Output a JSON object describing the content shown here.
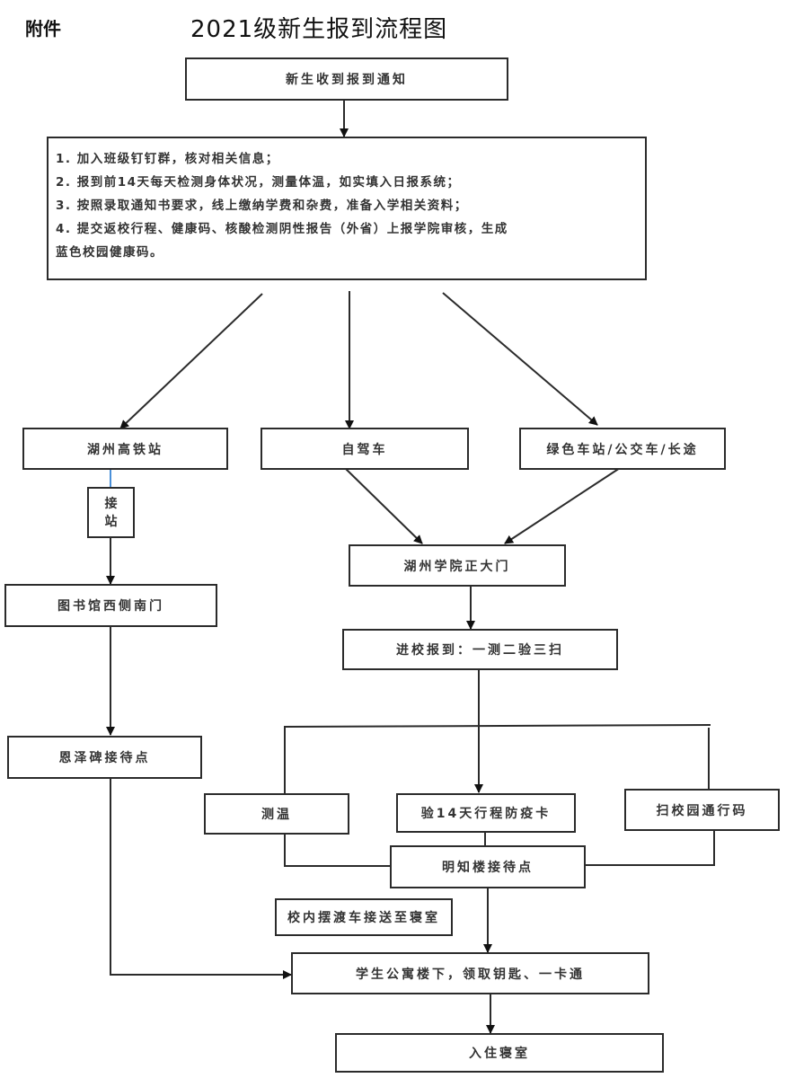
{
  "header": {
    "attachment_label": "附件",
    "title": "2021级新生报到流程图"
  },
  "nodes": {
    "notice": "新生收到报到通知",
    "steps": [
      "1. 加入班级钉钉群，核对相关信息；",
      "2. 报到前14天每天检测身体状况，测量体温，如实填入日报系统；",
      "3. 按照录取通知书要求，线上缴纳学费和杂费，准备入学相关资料；",
      "4. 提交返校行程、健康码、核酸检测阴性报告（外省）上报学院审核，生成",
      "蓝色校园健康码。"
    ],
    "train_station": "湖州高铁站",
    "pickup_char_1": "接",
    "pickup_char_2": "站",
    "self_drive": "自驾车",
    "bus_station": "绿色车站/公交车/长途",
    "library_gate": "图书馆西侧南门",
    "main_gate": "湖州学院正大门",
    "checkin": "进校报到：一测二验三扫",
    "waiting_point_left": "恩泽碑接待点",
    "temp_check": "测温",
    "travel_card": "验14天行程防疫卡",
    "campus_code": "扫校园通行码",
    "waiting_point_center": "明知楼接待点",
    "shuttle": "校内摆渡车接送至寝室",
    "dorm_pickup": "学生公寓楼下，领取钥匙、一卡通",
    "move_in": "入住寝室"
  },
  "colors": {
    "line": "#2b2b2b",
    "pickup_connector": "#4a90d9"
  }
}
